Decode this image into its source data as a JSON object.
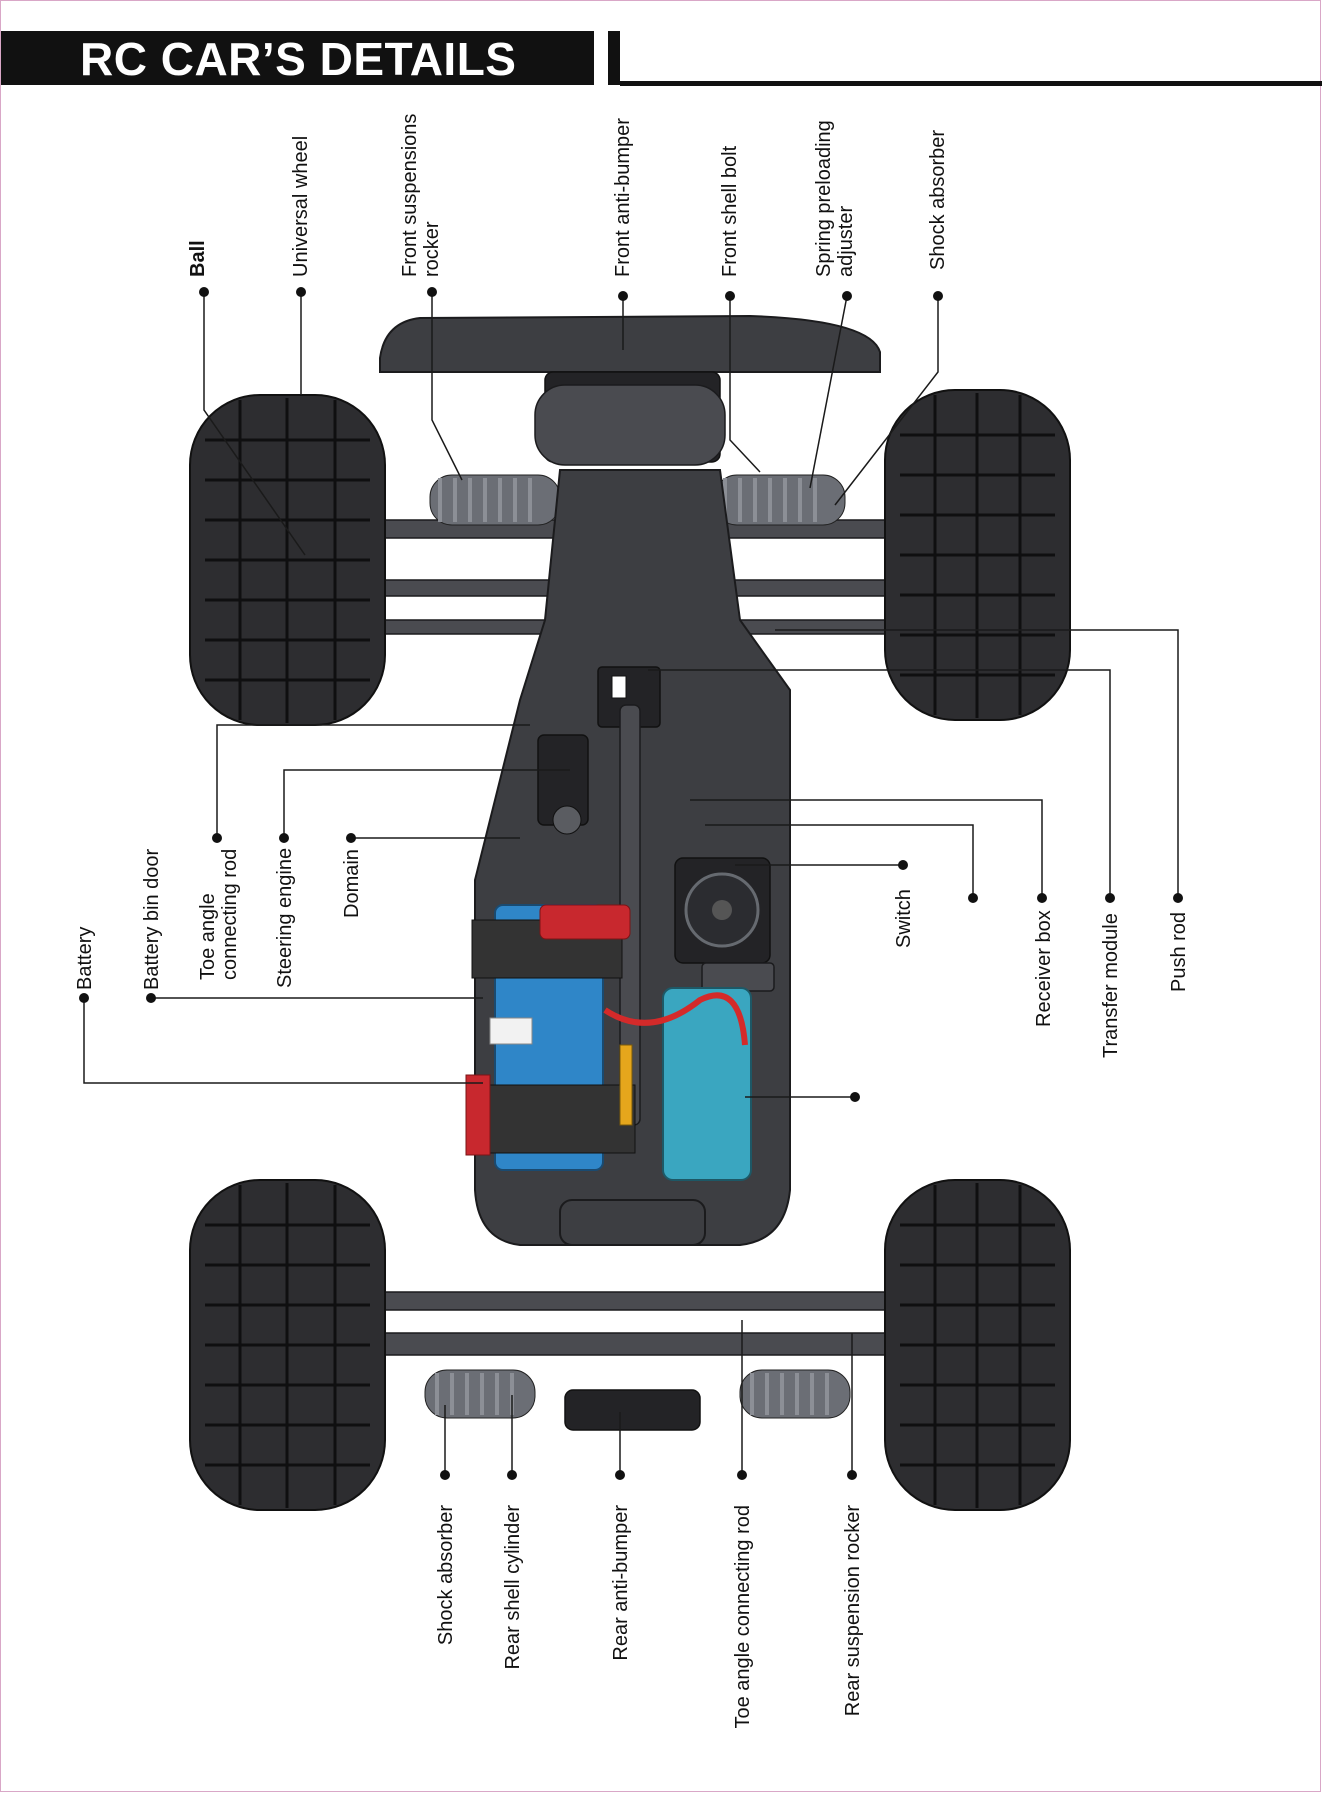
{
  "header": {
    "title": "RC CAR’S DETAILS"
  },
  "labels": {
    "top": [
      {
        "id": "ball",
        "lines": [
          "Ball"
        ]
      },
      {
        "id": "universal-wheel",
        "lines": [
          "Universal wheel"
        ]
      },
      {
        "id": "front-suspensions-rocker",
        "lines": [
          "Front suspensions",
          "rocker"
        ]
      },
      {
        "id": "front-anti-bumper",
        "lines": [
          "Front anti-bumper"
        ]
      },
      {
        "id": "front-shell-bolt",
        "lines": [
          "Front shell bolt"
        ]
      },
      {
        "id": "spring-preloading-adjuster",
        "lines": [
          "Spring preloading",
          "adjuster"
        ]
      },
      {
        "id": "shock-absorber-front",
        "lines": [
          "Shock absorber"
        ]
      }
    ],
    "left": [
      {
        "id": "battery",
        "lines": [
          "Battery"
        ]
      },
      {
        "id": "battery-bin-door",
        "lines": [
          "Battery bin door"
        ]
      },
      {
        "id": "toe-angle-connecting-rod",
        "lines": [
          "Toe angle",
          "connecting rod"
        ]
      },
      {
        "id": "steering-engine",
        "lines": [
          "Steering engine"
        ]
      },
      {
        "id": "domain",
        "lines": [
          "Domain"
        ]
      }
    ],
    "right": [
      {
        "id": "switch",
        "lines": [
          "Switch"
        ]
      },
      {
        "id": "receiver-box",
        "lines": [
          "Receiver box"
        ]
      },
      {
        "id": "transfer-module",
        "lines": [
          "Transfer module"
        ]
      },
      {
        "id": "push-rod",
        "lines": [
          "Push rod"
        ]
      }
    ],
    "bottom": [
      {
        "id": "shock-absorber-rear",
        "lines": [
          "Shock absorber"
        ]
      },
      {
        "id": "rear-shell-cylinder",
        "lines": [
          "Rear shell cylinder"
        ]
      },
      {
        "id": "rear-anti-bumper",
        "lines": [
          "Rear anti-bumper"
        ]
      },
      {
        "id": "toe-angle-connecting-rod-rear",
        "lines": [
          "Toe angle connecting rod"
        ]
      },
      {
        "id": "rear-suspension-rocker",
        "lines": [
          "Rear suspension rocker"
        ]
      }
    ]
  }
}
